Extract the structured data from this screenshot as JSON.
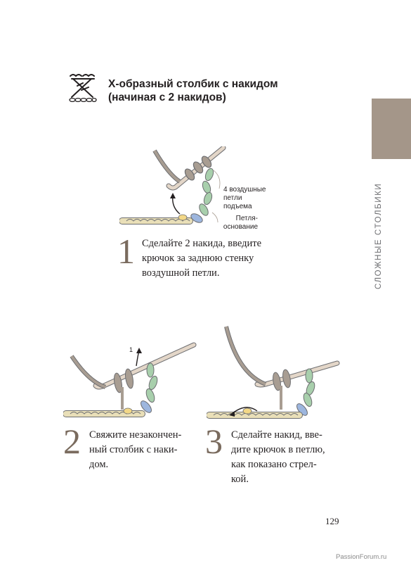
{
  "header": {
    "symbol": "crossed-double-crochet-icon",
    "title_line1": "Х-образный столбик с накидом",
    "title_line2": "(начиная с 2 накидов)"
  },
  "side": {
    "label": "СЛОЖНЫЕ СТОЛБИКИ"
  },
  "steps": [
    {
      "number": "1",
      "text_lines": [
        "Сделайте 2 накида, введите",
        "крючок за заднюю стенку",
        "воздушной петли."
      ],
      "annotations": {
        "chain": "4 воздушные\nпетли\nподъема",
        "base": "Петля-\nоснование"
      }
    },
    {
      "number": "2",
      "text_lines": [
        "Свяжите незакончен-",
        "ный столбик с наки-",
        "дом."
      ],
      "arrow_label": "1"
    },
    {
      "number": "3",
      "text_lines": [
        "Сделайте накид, вве-",
        "дите крючок в петлю,",
        "как показано стрел-",
        "кой."
      ]
    }
  ],
  "page_number": "129",
  "watermark": "PassionForum.ru",
  "colors": {
    "tab": "#a49689",
    "step_number": "#7a6b5e",
    "yarn_tan": "#e9dfb8",
    "yarn_green": "#a8cfac",
    "yarn_blue": "#9db6de",
    "hook": "#e3d6c8",
    "loop_gray": "#a89d92",
    "highlight": "#f3d887"
  }
}
